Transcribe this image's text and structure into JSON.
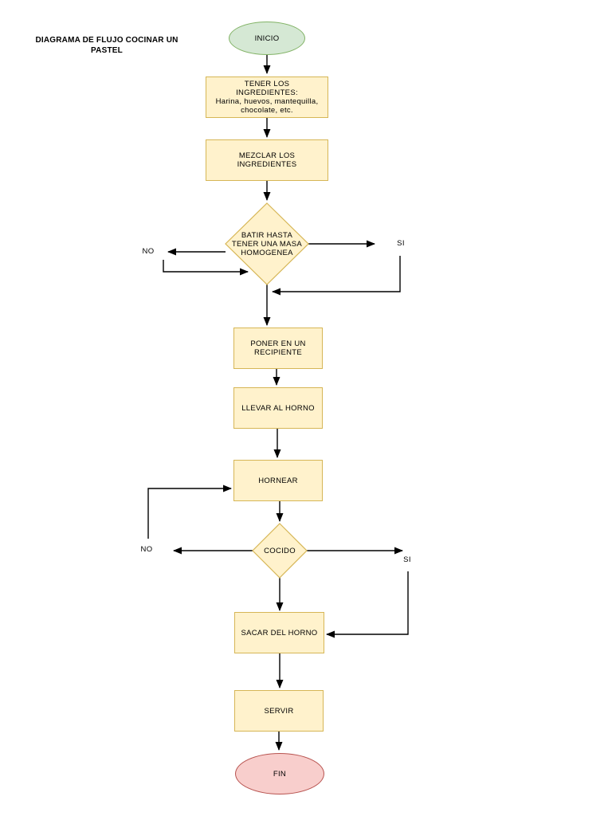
{
  "title": {
    "line1": "DIAGRAMA DE FLUJO COCINAR UN",
    "line2": "PASTEL"
  },
  "nodes": {
    "start": {
      "label": "INICIO"
    },
    "ingredients": {
      "lines": [
        "TENER LOS",
        "INGREDIENTES:",
        "Harina, huevos, mantequilla,",
        "chocolate, etc."
      ]
    },
    "mix": {
      "lines": [
        "MEZCLAR LOS",
        "INGREDIENTES"
      ]
    },
    "beat": {
      "lines": [
        "BATIR HASTA",
        "TENER UNA MASA",
        "HOMOGENEA"
      ]
    },
    "recipient": {
      "lines": [
        "PONER EN UN",
        "RECIPIENTE"
      ]
    },
    "oven": {
      "label": "LLEVAR AL HORNO"
    },
    "bake": {
      "label": "HORNEAR"
    },
    "cooked": {
      "label": "COCIDO"
    },
    "remove": {
      "label": "SACAR DEL HORNO"
    },
    "serve": {
      "label": "SERVIR"
    },
    "end": {
      "label": "FIN"
    }
  },
  "edge_labels": {
    "beat_no": "NO",
    "beat_si": "SI",
    "cooked_no": "NO",
    "cooked_si": "SI"
  },
  "colors": {
    "process_fill": "#fff2cc",
    "process_stroke": "#d6b656",
    "start_fill": "#d5e8d4",
    "start_stroke": "#82b366",
    "end_fill": "#f8cecc",
    "end_stroke": "#b85450",
    "connector": "#000000",
    "text": "#000000",
    "background": "#ffffff"
  }
}
